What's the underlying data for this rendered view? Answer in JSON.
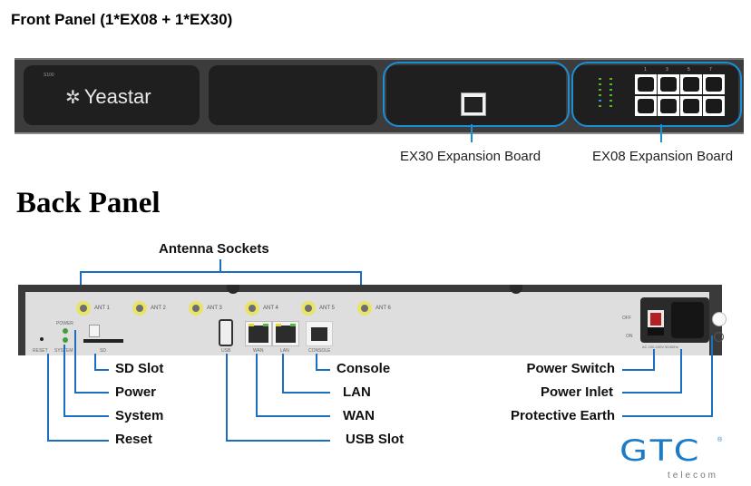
{
  "front_panel": {
    "title": "Front Panel (1*EX08 + 1*EX30)",
    "device_model": "S100",
    "brand": "Yeastar",
    "port_numbers": [
      "1",
      "3",
      "5",
      "7"
    ],
    "callouts": [
      {
        "label": "EX30 Expansion Board"
      },
      {
        "label": "EX08 Expansion Board"
      }
    ]
  },
  "back_panel": {
    "title": "Back Panel",
    "antenna_header": "Antenna Sockets",
    "antennas": [
      "ANT 1",
      "ANT 2",
      "ANT 3",
      "ANT 4",
      "ANT 5",
      "ANT 6"
    ],
    "silkscreen": {
      "power": "POWER",
      "reset": "RESET",
      "system": "SYSTEM",
      "sd": "SD",
      "usb": "USB",
      "wan": "WAN",
      "lan": "LAN",
      "console": "CONSOLE",
      "off": "OFF",
      "on": "ON",
      "rating": "AC 100-240V 50/60Hz"
    },
    "callouts_left": [
      {
        "label": "SD Slot"
      },
      {
        "label": "Power"
      },
      {
        "label": "System"
      },
      {
        "label": "Reset"
      }
    ],
    "callouts_middle": [
      {
        "label": "Console"
      },
      {
        "label": "LAN"
      },
      {
        "label": "WAN"
      },
      {
        "label": "USB Slot"
      }
    ],
    "callouts_right": [
      {
        "label": "Power Switch"
      },
      {
        "label": "Power Inlet"
      },
      {
        "label": "Protective Earth"
      }
    ]
  },
  "logo": {
    "name": "GTC",
    "sub": "telecom",
    "registered": "®",
    "color": "#1a7cc9"
  },
  "colors": {
    "callout_blue": "#1a6fc0",
    "highlight_blue": "#1a8fd6"
  }
}
